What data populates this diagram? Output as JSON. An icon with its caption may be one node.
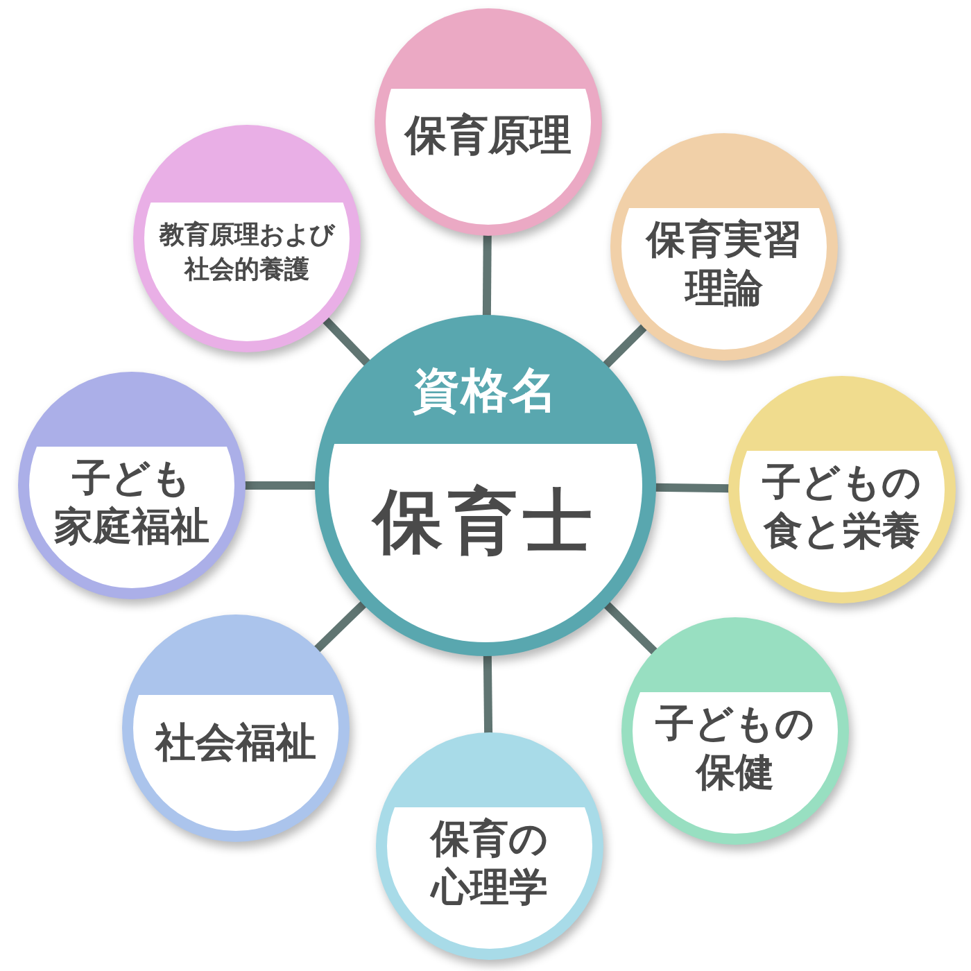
{
  "diagram": {
    "nodes": [
      {
        "text": [
          "資格名",
          "保育士"
        ]
      },
      {
        "text": [
          "保育原理"
        ]
      },
      {
        "text": [
          "保育実習理論"
        ]
      },
      {
        "text": [
          "子どもの食と栄養"
        ]
      },
      {
        "text": [
          "子どもの保健"
        ]
      },
      {
        "text": [
          "保育の心理学"
        ]
      },
      {
        "text": [
          "社会福祉"
        ]
      },
      {
        "text": [
          "子ども家庭福祉"
        ]
      },
      {
        "text": [
          "教育原理および社会的養護"
        ]
      }
    ],
    "edges": [
      {
        "from": 0,
        "to": 1,
        "arrow": "none"
      },
      {
        "from": 0,
        "to": 2,
        "arrow": "none"
      },
      {
        "from": 0,
        "to": 3,
        "arrow": "none"
      },
      {
        "from": 0,
        "to": 4,
        "arrow": "none"
      },
      {
        "from": 0,
        "to": 5,
        "arrow": "none"
      },
      {
        "from": 0,
        "to": 6,
        "arrow": "none"
      },
      {
        "from": 0,
        "to": 7,
        "arrow": "none"
      },
      {
        "from": 0,
        "to": 8,
        "arrow": "none"
      }
    ]
  }
}
